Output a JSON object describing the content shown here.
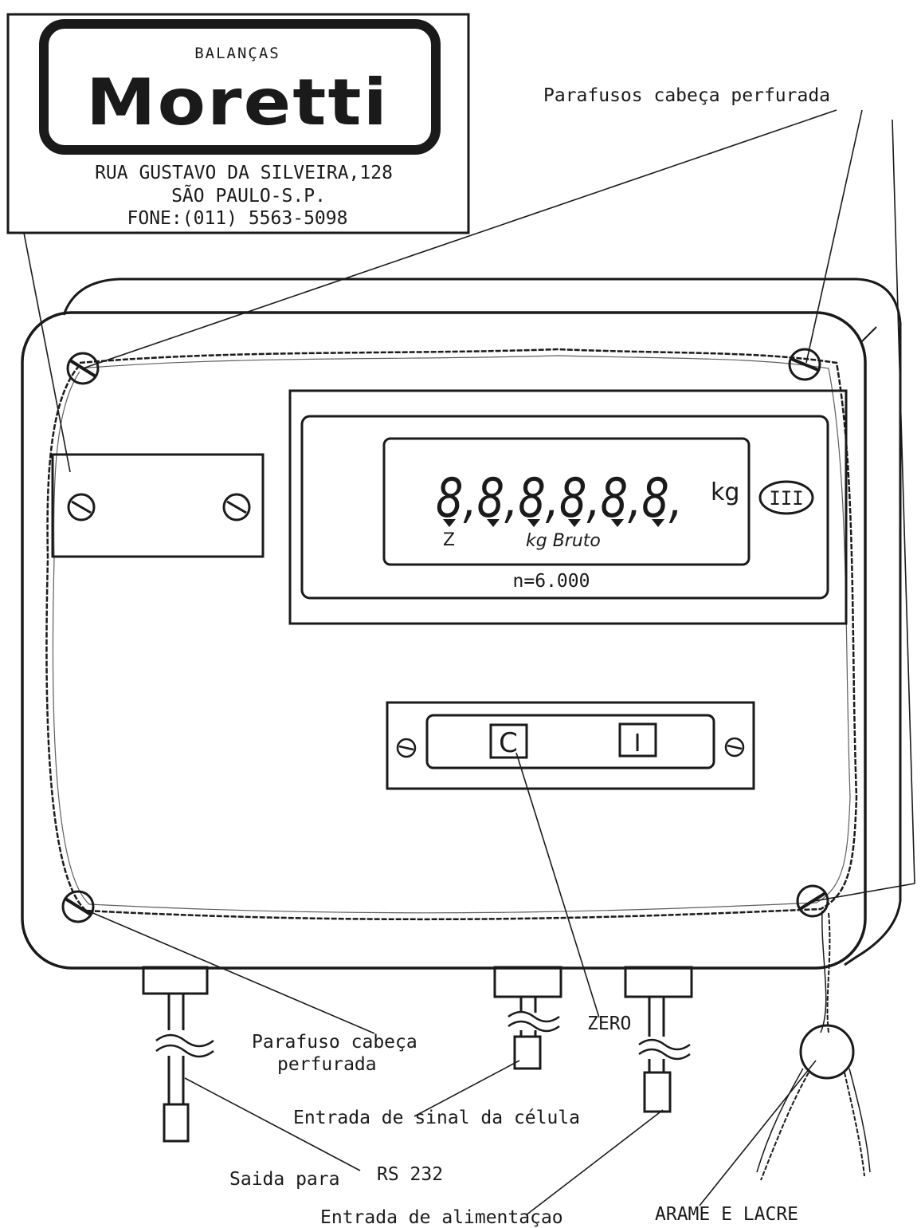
{
  "logo": {
    "small_label": "BALANÇAS",
    "brand": "Moretti",
    "address_line1": "RUA GUSTAVO DA SILVEIRA,128",
    "address_line2": "SÃO PAULO-S.P.",
    "phone": "FONE:(011) 5563-5098"
  },
  "display": {
    "digits": "8,8,8,8,8,8,",
    "unit": "kg",
    "accuracy_class": "III",
    "indicator_labels": [
      "Z",
      "kg Bruto"
    ],
    "divisions": "n=6.000"
  },
  "keypad": {
    "key_zero_symbol": "C",
    "key_power_symbol": "I"
  },
  "annotations": {
    "top_screws": "Parafusos cabeça perfurada",
    "bottom_screw_line1": "Parafuso cabeça",
    "bottom_screw_line2": "perfurada",
    "zero": "ZERO",
    "cell_input": "Entrada de sinal da célula",
    "rs232_prefix": "Saida para",
    "rs232": "RS 232",
    "power_input": "Entrada de alimentaçao",
    "seal": "ARAME E LACRE"
  }
}
